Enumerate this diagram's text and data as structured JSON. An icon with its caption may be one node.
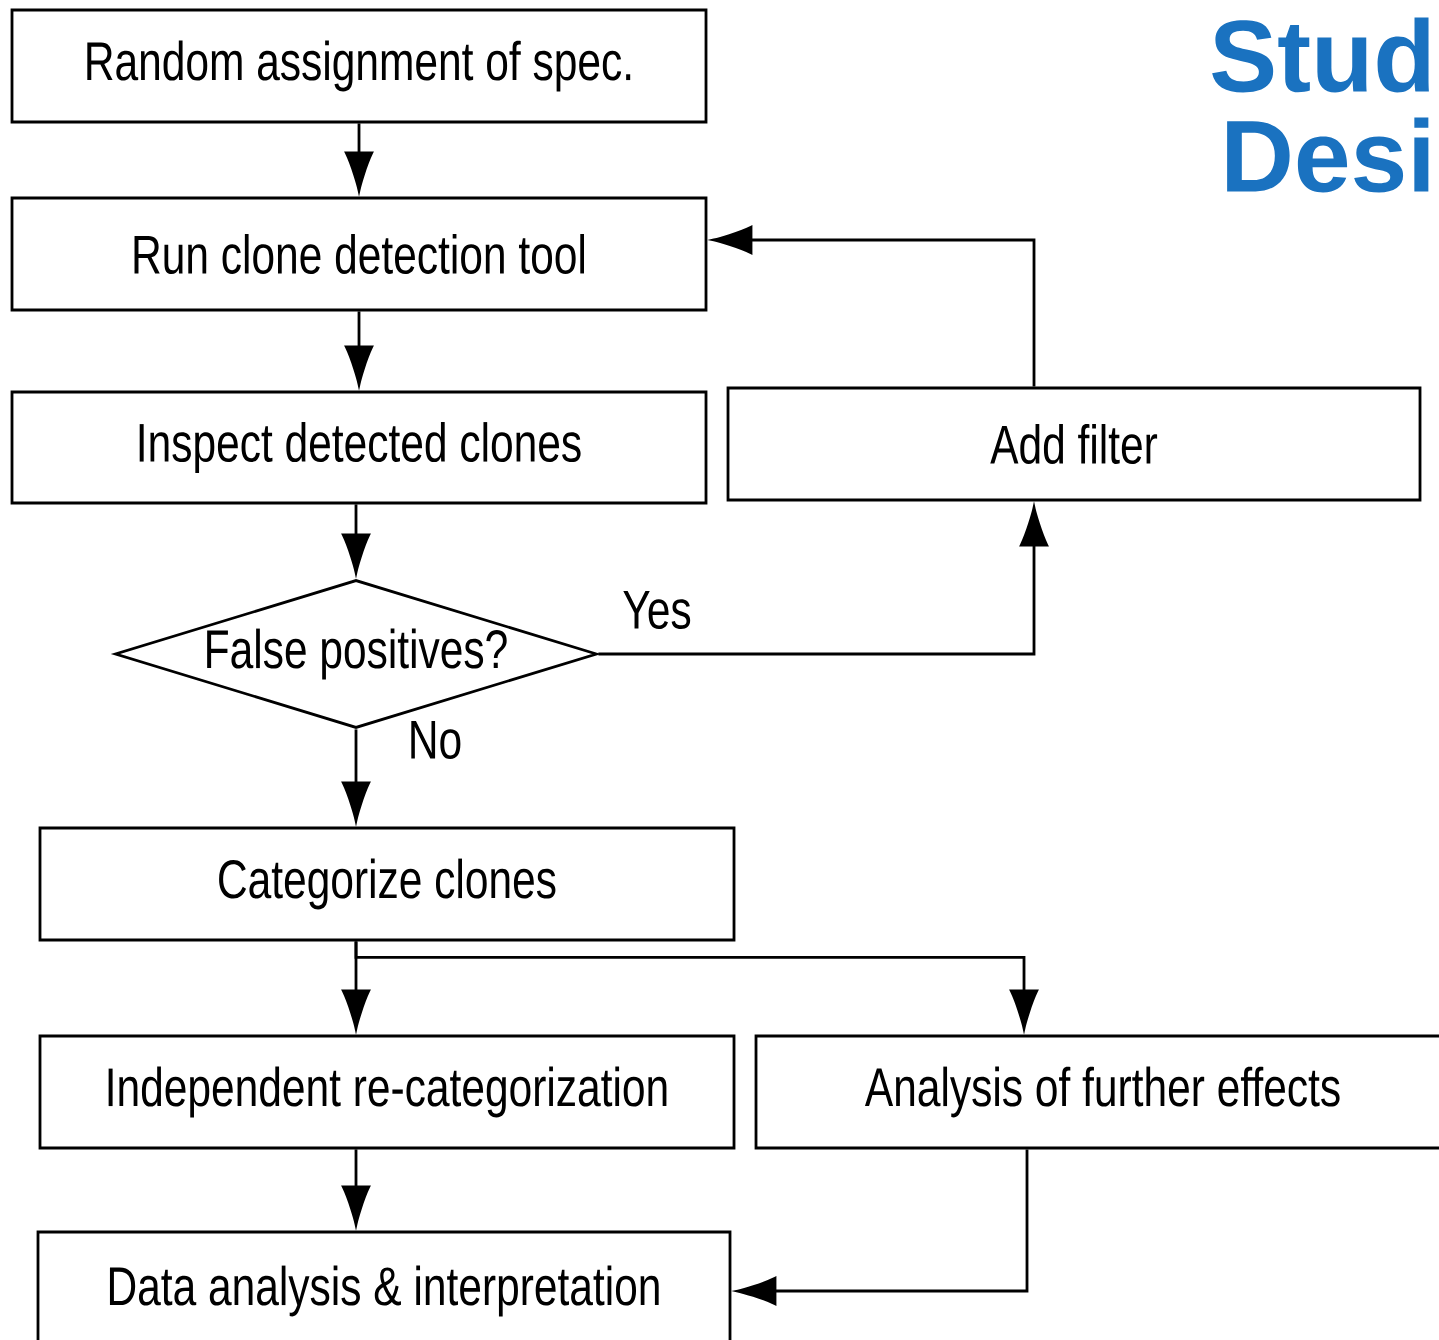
{
  "diagram": {
    "nodes": [
      {
        "text": [
          "Random assignment of spec."
        ]
      },
      {
        "text": [
          "Run clone detection tool"
        ]
      },
      {
        "text": [
          "Inspect detected clones"
        ]
      },
      {
        "text": [
          "Add filter"
        ]
      },
      {
        "text": [
          "False positives?"
        ]
      },
      {
        "text": [
          "Categorize clones"
        ]
      },
      {
        "text": [
          "Independent re-categorization"
        ]
      },
      {
        "text": [
          "Analysis of further effects"
        ]
      },
      {
        "text": [
          "Data analysis & interpretation"
        ]
      }
    ],
    "edges": [
      {
        "from": 0,
        "to": 1,
        "arrow": "to"
      },
      {
        "from": 1,
        "to": 2,
        "arrow": "to"
      },
      {
        "from": 2,
        "to": 4,
        "arrow": "to"
      },
      {
        "from": 4,
        "to": 3,
        "arrow": "to",
        "label": "Yes"
      },
      {
        "from": 3,
        "to": 1,
        "arrow": "to"
      },
      {
        "from": 4,
        "to": 5,
        "arrow": "to",
        "label": "No"
      },
      {
        "from": 5,
        "to": 6,
        "arrow": "to"
      },
      {
        "from": 5,
        "to": 7,
        "arrow": "to"
      },
      {
        "from": 6,
        "to": 8,
        "arrow": "to"
      },
      {
        "from": 7,
        "to": 8,
        "arrow": "to"
      }
    ],
    "labels": [
      "Stud",
      "Desi"
    ]
  }
}
